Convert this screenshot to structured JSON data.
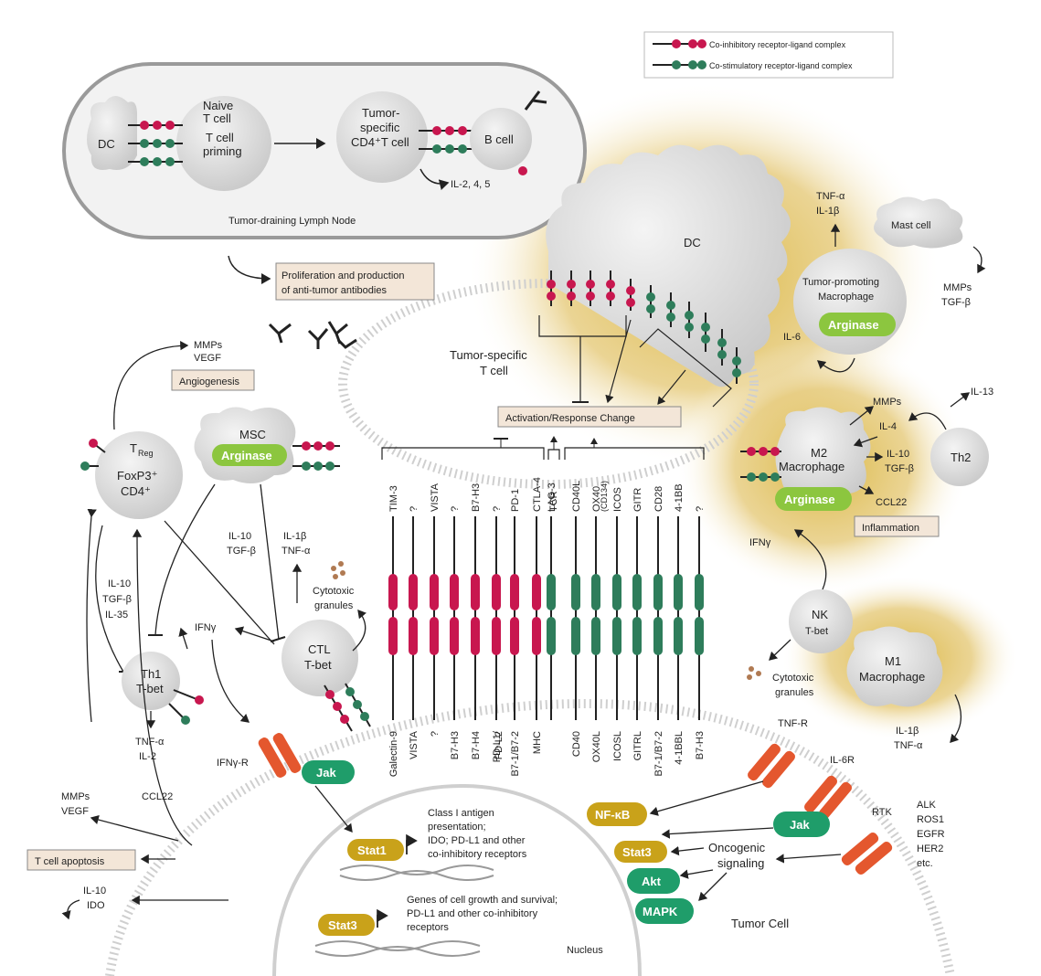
{
  "legend": {
    "co_inhibitory": "Co-inhibitory receptor-ligand complex",
    "co_stimulatory": "Co-stimulatory receptor-ligand complex"
  },
  "lymph_node": {
    "title": "Tumor-draining Lymph Node",
    "dc": "DC",
    "naive_1": "Naive",
    "naive_2": "T cell",
    "priming_1": "T cell",
    "priming_2": "priming",
    "cd4_1": "Tumor-",
    "cd4_2": "specific",
    "cd4_3": "CD4⁺T cell",
    "bcell": "B cell",
    "il": "IL-2, 4, 5"
  },
  "boxes": {
    "proliferation_1": "Proliferation and production",
    "proliferation_2": "of anti-tumor antibodies",
    "angiogenesis": "Angiogenesis",
    "activation": "Activation/Response Change",
    "inflammation": "Inflammation",
    "apoptosis": "T cell apoptosis"
  },
  "labels": {
    "mmps_vegf_top_1": "MMPs",
    "mmps_vegf_top_2": "VEGF",
    "treg_1": "T",
    "treg_sub": "Reg",
    "treg_2": "FoxP3⁺",
    "treg_3": "CD4⁺",
    "msc": "MSC",
    "arginase": "Arginase",
    "tcell_1": "Tumor-specific",
    "tcell_2": "T cell",
    "dc_big": "DC",
    "tnf_top_1": "TNF-α",
    "tnf_top_2": "IL-1β",
    "mast": "Mast cell",
    "tpm_1": "Tumor-promoting",
    "tpm_2": "Macrophage",
    "mmps_tgf_1": "MMPs",
    "mmps_tgf_2": "TGF-β",
    "il6": "IL-6",
    "il13": "IL-13",
    "m2_mmps": "MMPs",
    "m2_il4": "IL-4",
    "m2_il10_1": "IL-10",
    "m2_il10_2": "TGF-β",
    "m2_1": "M2",
    "m2_2": "Macrophage",
    "ccl22_right": "CCL22",
    "th2": "Th2",
    "ifng_right": "IFNγ",
    "nk_1": "NK",
    "nk_2": "T-bet",
    "m1_1": "M1",
    "m1_2": "Macrophage",
    "cyto_right_1": "Cytotoxic",
    "cyto_right_2": "granules",
    "m1_il1b": "IL-1β",
    "m1_tnfa": "TNF-α",
    "il10_tgf_mid_1": "IL-10",
    "il10_tgf_mid_2": "TGF-β",
    "il1b_tnf_1": "IL-1β",
    "il1b_tnf_2": "TNF-α",
    "cyto_left_1": "Cytotoxic",
    "cyto_left_2": "granules",
    "il10_left_1": "IL-10",
    "il10_left_2": "TGF-β",
    "il10_left_3": "IL-35",
    "ifng_left": "IFNγ",
    "ctl_1": "CTL",
    "ctl_2": "T-bet",
    "th1_1": "Th1",
    "th1_2": "T-bet",
    "th1_tnf_1": "TNF-α",
    "th1_tnf_2": "IL-2",
    "ifngr": "IFNγ-R",
    "jak": "Jak",
    "stat1": "Stat1",
    "stat3": "Stat3",
    "nfkb": "NF-κB",
    "akt": "Akt",
    "mapk": "MAPK",
    "mmps_vegf_bottom_1": "MMPs",
    "mmps_vegf_bottom_2": "VEGF",
    "ccl22_left": "CCL22",
    "il10_ido_1": "IL-10",
    "il10_ido_2": "IDO",
    "class1_1": "Class I antigen",
    "class1_2": "presentation;",
    "class1_3": "IDO; PD-L1 and other",
    "class1_4": "co-inhibitory receptors",
    "genes_1": "Genes of cell growth and survival;",
    "genes_2": "PD-L1 and other co-inhibitory",
    "genes_3": "receptors",
    "nucleus": "Nucleus",
    "tnfr": "TNF-R",
    "il6r": "IL-6R",
    "rtk": "RTK",
    "rtk_list_1": "ALK",
    "rtk_list_2": "ROS1",
    "rtk_list_3": "EGFR",
    "rtk_list_4": "HER2",
    "rtk_list_5": "etc.",
    "onco_1": "Oncogenic",
    "onco_2": "signaling",
    "tumor_cell": "Tumor Cell"
  },
  "receptors_top": [
    "TIM-3",
    "?",
    "VISTA",
    "?",
    "B7-H3",
    "?",
    "PD-1",
    "CTLA-4",
    "LAG-3",
    "TCR",
    "CD40L",
    "OX40",
    "(CD134)",
    "ICOS",
    "GITR",
    "CD28",
    "4-1BB",
    "?"
  ],
  "ligands_bottom": [
    "Galectin-9",
    "VISTA",
    "?",
    "B7-H3",
    "B7-H4",
    "PD-L1/",
    "PD-L2",
    "B7-1/B7-2",
    "MHC",
    "CD40",
    "OX40L",
    "ICOSL",
    "GITRL",
    "B7-1/B7-2",
    "4-1BBL",
    "B7-H3"
  ],
  "colors": {
    "inhibitory": "#c8174f",
    "stimulatory": "#2e7d5b",
    "arginase": "#8cc63f",
    "stat": "#c9a21a",
    "jak": "#1f9d6a",
    "receptor_orange": "#e4572e",
    "glow": "#d9b43a",
    "box": "#f3e6d8"
  }
}
